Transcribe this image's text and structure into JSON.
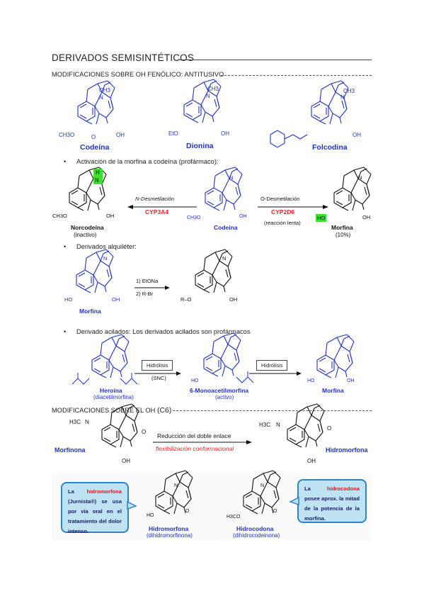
{
  "title": "DERIVADOS SEMISINTÉTICOS",
  "section1": {
    "heading": "MODIFICACIONES SOBRE OH FENÓLICO: ANTITUSIVO",
    "compounds": [
      {
        "name": "Codeína",
        "substituent": "CH3O"
      },
      {
        "name": "Dionina",
        "substituent": "EtO"
      },
      {
        "name": "Folcodina",
        "substituent": "morpholinoethyl-O"
      }
    ],
    "bullet1": "Activación de la morfina a codeína (profármaco):",
    "metabolism": {
      "left_reaction": "N-Desmetilación",
      "left_enzyme": "CYP3A4",
      "right_reaction": "O-Desmetilación",
      "right_enzyme": "CYP2D6",
      "right_note": "(reacción lenta)",
      "left_product": "Norcodeína",
      "left_product_note": "(inactivo)",
      "center": "Codeína",
      "right_product": "Morfina",
      "right_product_note": "(10%)",
      "hl_h": "H",
      "hl_ho": "HO"
    },
    "bullet2": "Derivados alquiléter:",
    "alkyl": {
      "start": "Morfina",
      "step1": "1) EtONa",
      "step2": "2) R-Br",
      "product_group": "R–O"
    },
    "bullet3": "Derivado acilados: Los derivados acilados son profármacos",
    "acyl": {
      "c1_name": "Heroína",
      "c1_note": "(diacetilmorfina)",
      "box1": "Hidrólisis",
      "box1_note": "(SNC)",
      "c2_name": "6-Monoacetilmorfina",
      "c2_note": "(activo)",
      "box2": "Hidrólisis",
      "c3_name": "Morfina"
    }
  },
  "section2": {
    "heading_text": "MODIFICACIONES SOBRE EL OH ",
    "heading_pos": "(C6)",
    "left_compound": "Morfinona",
    "arrow_top": "Reducción del doble enlace",
    "arrow_bottom": "flexibilización conformacional",
    "right_compound": "Hidromorfona",
    "callout_left": {
      "p1": "La",
      "hl": "hidromorfona",
      "rest": "(Jurnista®) se usa por vía oral en el tratamiento del dolor intenso."
    },
    "callout_right": {
      "p1": "La",
      "hl": "hidrocodona",
      "rest": "posee aprox. la mitad de la potencia de la morfina."
    },
    "mol1_name": "Hidromorfona",
    "mol1_note": "(dihidromorfinona)",
    "mol2_name": "Hidrocodona",
    "mol2_note": "(dihidrocodeinona)"
  },
  "atoms": {
    "ch3": "CH3",
    "n": "N",
    "oh": "OH",
    "o": "O",
    "ho": "HO",
    "h3c": "H3C",
    "ch3o": "CH3O",
    "h3co": "H3CO",
    "eto": "EtO"
  },
  "colors": {
    "blue": "#2233bb",
    "red": "#e8242a",
    "green": "#3ee02e",
    "callout_bg": "#bfe3f2",
    "callout_border": "#2a84c6"
  }
}
